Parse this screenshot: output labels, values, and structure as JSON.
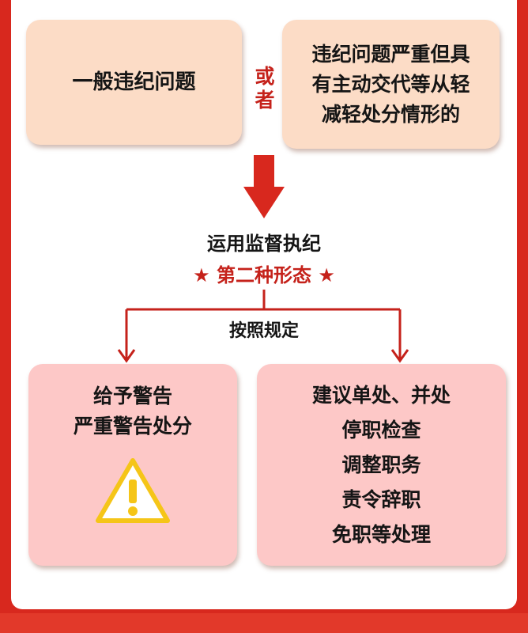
{
  "top": {
    "left_box": "一般违纪问题",
    "connector": [
      "或",
      "者"
    ],
    "right_box": [
      "违纪问题严重但具",
      "有主动交代等从轻",
      "减轻处分情形的"
    ]
  },
  "middle": {
    "line1": "运用监督执纪",
    "line2": "第二种形态",
    "star": "★",
    "branch_label": "按照规定"
  },
  "bottom": {
    "left_box": [
      "给予警告",
      "严重警告处分"
    ],
    "right_box": [
      "建议单处、并处",
      "停职检查",
      "调整职务",
      "责令辞职",
      "免职等处理"
    ]
  },
  "colors": {
    "red": "#d8281e",
    "peach": "#fcdcc6",
    "pink": "#fdc8c7",
    "warning": "#f5c518"
  }
}
